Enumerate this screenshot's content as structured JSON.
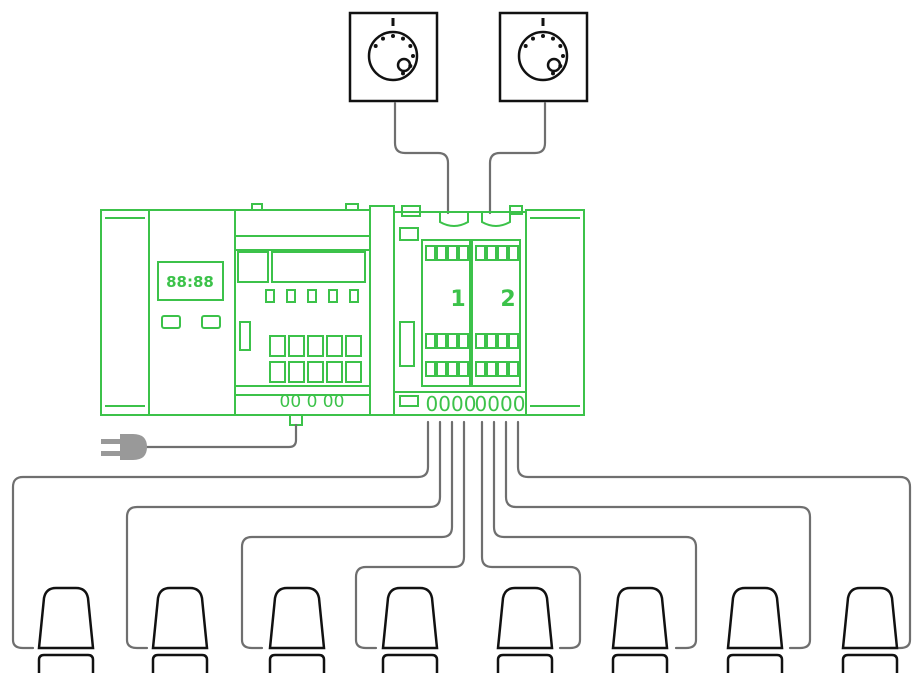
{
  "controller": {
    "display_text": "88:88",
    "left_bank_label": "0000",
    "right_bank_label": "0000",
    "relay_bottom_label": "00 0 00",
    "zone_1_label": "1",
    "zone_2_label": "2"
  },
  "thermostats": [
    {
      "name": "thermostat-1"
    },
    {
      "name": "thermostat-2"
    }
  ],
  "actuators": [
    {
      "name": "actuator-1"
    },
    {
      "name": "actuator-2"
    },
    {
      "name": "actuator-3"
    },
    {
      "name": "actuator-4"
    },
    {
      "name": "actuator-5"
    },
    {
      "name": "actuator-6"
    },
    {
      "name": "actuator-7"
    },
    {
      "name": "actuator-8"
    }
  ],
  "colors": {
    "device": "#3cc24a",
    "wire": "#6f6f6f",
    "outline": "#111111",
    "plug": "#999999"
  },
  "icons": [
    "thermostat-dial-icon",
    "power-plug-icon",
    "thermal-actuator-icon"
  ]
}
